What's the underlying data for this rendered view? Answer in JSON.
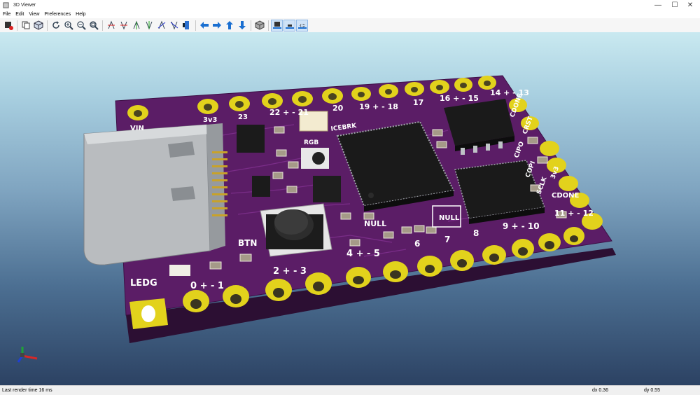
{
  "window": {
    "title": "3D Viewer",
    "minimize": "—",
    "maximize": "☐",
    "close": "✕"
  },
  "menu": [
    "File",
    "Edit",
    "View",
    "Preferences",
    "Help"
  ],
  "toolbar": {
    "groups": [
      [
        "render-icon",
        "copy-icon",
        "raytrace-icon"
      ],
      [
        "reload-icon",
        "zoom-in-icon",
        "zoom-out-icon",
        "zoom-fit-icon"
      ],
      [
        "rotate-x-cw-icon",
        "rotate-x-ccw-icon",
        "rotate-y-cw-icon",
        "rotate-y-ccw-icon",
        "rotate-z-cw-icon",
        "rotate-z-ccw-icon",
        "flip-board-icon"
      ],
      [
        "pan-left-icon",
        "pan-right-icon",
        "pan-up-icon",
        "pan-down-icon"
      ],
      [
        "orthographic-icon"
      ],
      [
        "show-tht-icon",
        "show-smd-icon",
        "show-virtual-icon"
      ]
    ],
    "active": [
      "show-tht-icon",
      "show-smd-icon",
      "show-virtual-icon"
    ]
  },
  "board": {
    "silkscreen_labels": {
      "vin": "VIN",
      "v33_top": "3v3",
      "n23": "23",
      "n22_21": "22 + - 21",
      "n20": "20",
      "n19_18": "19 + - 18",
      "n17": "17",
      "n16_15": "16 + - 15",
      "n14_13": "14 + - 13",
      "cdone_right": "CDONE",
      "creset": "CRST",
      "cipo": "CIPO",
      "copi": "COPI",
      "sclk": "SCLK",
      "v33_right": "3v3",
      "cdone": "CDONE",
      "n11_12": "11 + - 12",
      "ledg": "LEDG",
      "n0_1": "0 + - 1",
      "btn": "BTN",
      "n2_3": "2 + - 3",
      "n4_5": "4 + - 5",
      "n6": "6",
      "n7": "7",
      "n8": "8",
      "n9_10": "9 + - 10",
      "null_left": "NULL",
      "null_box": "NULL",
      "rgb": "RGB",
      "icebreaker": "ICEBRK"
    }
  },
  "status": {
    "message": "Last render time 16 ms",
    "dx": "dx 0.36",
    "dy": "dy 0.55"
  },
  "colors": {
    "pcb": "#5b1d66",
    "pad": "#e2d21c",
    "silk": "#ffffff",
    "chip": "#161616"
  }
}
